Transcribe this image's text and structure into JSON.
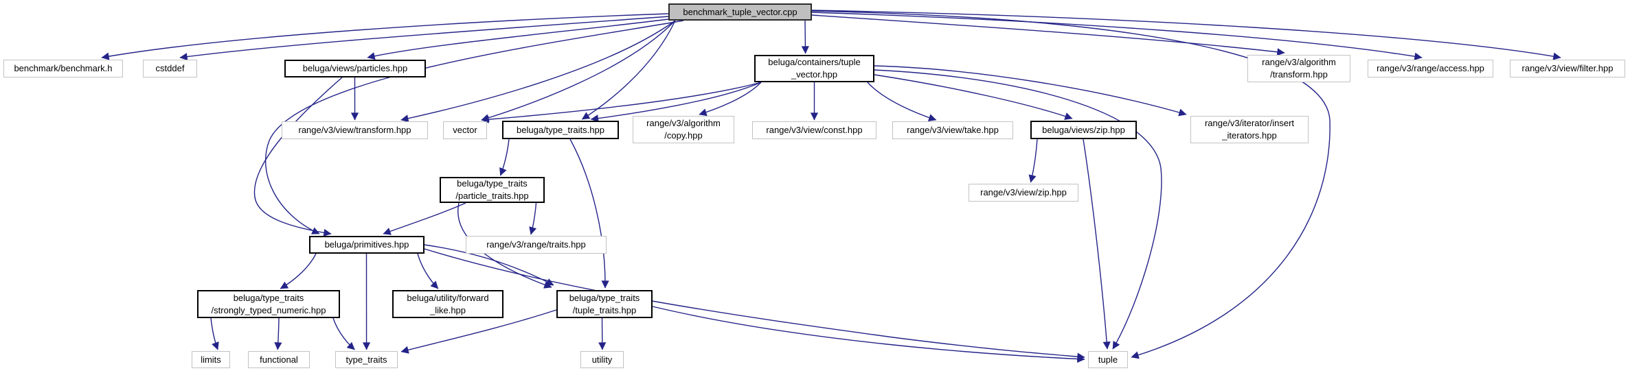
{
  "diagram": {
    "type": "doxygen-include-graph",
    "root_label": "benchmark_tuple_vector.cpp",
    "colors": {
      "edge": "#232388",
      "root_fill": "#bfbfbf",
      "node_fill": "#ffffff",
      "plain_border": "#c2c2c2",
      "linked_border": "#000000",
      "text": "#000000",
      "background": "#ffffff"
    },
    "nodes": [
      {
        "id": "cpp",
        "label": "benchmark_tuple_vector.cpp",
        "kind": "main"
      },
      {
        "id": "benchmark_h",
        "label": "benchmark/benchmark.h",
        "kind": "external"
      },
      {
        "id": "cstddef",
        "label": "cstddef",
        "kind": "external"
      },
      {
        "id": "particles",
        "label": "beluga/views/particles.hpp",
        "kind": "internal"
      },
      {
        "id": "tuple_vector",
        "label": "beluga/containers/tuple\n_vector.hpp",
        "kind": "internal"
      },
      {
        "id": "algo_transform",
        "label": "range/v3/algorithm\n/transform.hpp",
        "kind": "external"
      },
      {
        "id": "access",
        "label": "range/v3/range/access.hpp",
        "kind": "external"
      },
      {
        "id": "filter",
        "label": "range/v3/view/filter.hpp",
        "kind": "external"
      },
      {
        "id": "view_transform",
        "label": "range/v3/view/transform.hpp",
        "kind": "external"
      },
      {
        "id": "vector",
        "label": "vector",
        "kind": "external"
      },
      {
        "id": "beluga_type_traits",
        "label": "beluga/type_traits.hpp",
        "kind": "internal"
      },
      {
        "id": "copy",
        "label": "range/v3/algorithm\n/copy.hpp",
        "kind": "external"
      },
      {
        "id": "const_hpp",
        "label": "range/v3/view/const.hpp",
        "kind": "external"
      },
      {
        "id": "take",
        "label": "range/v3/view/take.hpp",
        "kind": "external"
      },
      {
        "id": "views_zip",
        "label": "beluga/views/zip.hpp",
        "kind": "internal"
      },
      {
        "id": "insert_iterators",
        "label": "range/v3/iterator/insert\n_iterators.hpp",
        "kind": "external"
      },
      {
        "id": "particle_traits",
        "label": "beluga/type_traits\n/particle_traits.hpp",
        "kind": "internal"
      },
      {
        "id": "view_zip",
        "label": "range/v3/view/zip.hpp",
        "kind": "external"
      },
      {
        "id": "primitives",
        "label": "beluga/primitives.hpp",
        "kind": "internal"
      },
      {
        "id": "range_traits",
        "label": "range/v3/range/traits.hpp",
        "kind": "external"
      },
      {
        "id": "strongly",
        "label": "beluga/type_traits\n/strongly_typed_numeric.hpp",
        "kind": "internal"
      },
      {
        "id": "forward_like",
        "label": "beluga/utility/forward\n_like.hpp",
        "kind": "internal"
      },
      {
        "id": "tuple_traits",
        "label": "beluga/type_traits\n/tuple_traits.hpp",
        "kind": "internal"
      },
      {
        "id": "limits",
        "label": "limits",
        "kind": "external"
      },
      {
        "id": "functional",
        "label": "functional",
        "kind": "external"
      },
      {
        "id": "type_traits_std",
        "label": "type_traits",
        "kind": "external"
      },
      {
        "id": "utility",
        "label": "utility",
        "kind": "external"
      },
      {
        "id": "tuple",
        "label": "tuple",
        "kind": "external"
      }
    ],
    "edges": [
      {
        "from": "cpp",
        "to": "benchmark_h"
      },
      {
        "from": "cpp",
        "to": "cstddef"
      },
      {
        "from": "cpp",
        "to": "particles"
      },
      {
        "from": "cpp",
        "to": "tuple_vector"
      },
      {
        "from": "cpp",
        "to": "algo_transform"
      },
      {
        "from": "cpp",
        "to": "access"
      },
      {
        "from": "cpp",
        "to": "filter"
      },
      {
        "from": "cpp",
        "to": "view_transform"
      },
      {
        "from": "cpp",
        "to": "vector"
      },
      {
        "from": "cpp",
        "to": "beluga_type_traits"
      },
      {
        "from": "cpp",
        "to": "primitives"
      },
      {
        "from": "cpp",
        "to": "tuple"
      },
      {
        "from": "particles",
        "to": "view_transform"
      },
      {
        "from": "particles",
        "to": "primitives"
      },
      {
        "from": "tuple_vector",
        "to": "vector"
      },
      {
        "from": "tuple_vector",
        "to": "beluga_type_traits"
      },
      {
        "from": "tuple_vector",
        "to": "copy"
      },
      {
        "from": "tuple_vector",
        "to": "const_hpp"
      },
      {
        "from": "tuple_vector",
        "to": "take"
      },
      {
        "from": "tuple_vector",
        "to": "views_zip"
      },
      {
        "from": "tuple_vector",
        "to": "insert_iterators"
      },
      {
        "from": "tuple_vector",
        "to": "tuple"
      },
      {
        "from": "beluga_type_traits",
        "to": "particle_traits"
      },
      {
        "from": "beluga_type_traits",
        "to": "tuple_traits"
      },
      {
        "from": "views_zip",
        "to": "view_zip"
      },
      {
        "from": "views_zip",
        "to": "tuple"
      },
      {
        "from": "particle_traits",
        "to": "primitives"
      },
      {
        "from": "particle_traits",
        "to": "range_traits"
      },
      {
        "from": "particle_traits",
        "to": "tuple_traits"
      },
      {
        "from": "primitives",
        "to": "strongly"
      },
      {
        "from": "primitives",
        "to": "forward_like"
      },
      {
        "from": "primitives",
        "to": "tuple_traits"
      },
      {
        "from": "primitives",
        "to": "type_traits_std"
      },
      {
        "from": "primitives",
        "to": "tuple"
      },
      {
        "from": "strongly",
        "to": "limits"
      },
      {
        "from": "strongly",
        "to": "functional"
      },
      {
        "from": "strongly",
        "to": "type_traits_std"
      },
      {
        "from": "tuple_traits",
        "to": "type_traits_std"
      },
      {
        "from": "tuple_traits",
        "to": "utility"
      },
      {
        "from": "tuple_traits",
        "to": "tuple"
      }
    ]
  }
}
